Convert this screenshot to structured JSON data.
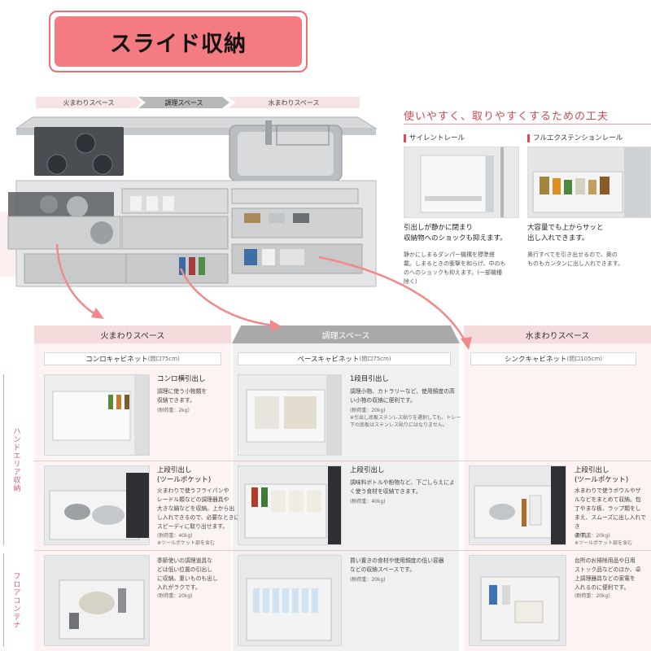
{
  "title": "スライド収納",
  "zones_strip": [
    "火まわりスペース",
    "調理スペース",
    "水まわりスペース"
  ],
  "intro": {
    "heading": "使いやすく、取りやすくするための工夫",
    "features": [
      {
        "label": "サイレントレール",
        "lead": [
          "引出しが静かに閉まり",
          "収納物へのショックも抑えます。"
        ],
        "detail": [
          "静かにしまるダンパー機構を標準搭",
          "載。しまるときの衝撃を和らげ、中のも",
          "のへのショックも抑えます。(一部機種",
          "除く)"
        ]
      },
      {
        "label": "フルエクステンションレール",
        "lead": [
          "大容量でも上からサッと",
          "出し入れできます。"
        ],
        "detail": [
          "奥行すべてを引き出せるので、奥の",
          "ものもカンタンに出し入れできます。"
        ]
      }
    ]
  },
  "side_labels": [
    "ハンドエリア収納",
    "フロアコンテナ"
  ],
  "columns": [
    {
      "zone": "火まわりスペース",
      "cabinet": "コンロキャビネット",
      "cabinet_width": "(間口75cm)",
      "items": [
        {
          "title": [
            "コンロ横引出し"
          ],
          "desc": [
            "調理に使う小物類を",
            "収納できます。"
          ],
          "note": [
            "(耐荷重：2kg)"
          ]
        },
        {
          "title": [
            "上段引出し",
            "(ツールポケット)"
          ],
          "desc": [
            "火まわりで使うフライパンや",
            "レードル類などの調理器具や",
            "大きな鍋などを収納。上から出",
            "し入れできるので、必要なときに",
            "スピーディに取り出せます。"
          ],
          "note": [
            "(耐荷重：40kg)",
            "※ツールポケット部を含む"
          ]
        },
        {
          "title": [],
          "desc": [
            "季節使いの調理道具な",
            "どは低い位置の引出し",
            "に収納。重いものも出し",
            "入れがラクです。"
          ],
          "note": [
            "(耐荷重：20kg)"
          ]
        }
      ]
    },
    {
      "zone": "調理スペース",
      "cabinet": "ベースキャビネット",
      "cabinet_width": "(間口75cm)",
      "items": [
        {
          "title": [
            "1段目引出し"
          ],
          "desc": [
            "調理小物、カトラリーなど、使用頻度の高",
            "い小物の収納に便利です。"
          ],
          "note": [
            "(耐荷重：20kg)",
            "※引出し底板ステンレス貼りを選択しても、トレー",
            "下の底板はステンレス貼りにはなりません。"
          ]
        },
        {
          "title": [
            "上段引出し"
          ],
          "desc": [
            "調味料ボトルや粉物など、下ごしらえによ",
            "く使う食材を収納できます。"
          ],
          "note": [
            "(耐荷重：40kg)"
          ]
        },
        {
          "title": [],
          "desc": [
            "買い置きの食材や使用頻度の低い容器",
            "などの収納スペースです。"
          ],
          "note": [
            "(耐荷重：20kg)"
          ]
        }
      ]
    },
    {
      "zone": "水まわりスペース",
      "cabinet": "シンクキャビネット",
      "cabinet_width": "(間口105cm)",
      "items": [
        {
          "title": [
            "上段引出し",
            "(ツールポケット)"
          ],
          "desc": [
            "水まわりで使うボウルやザ",
            "ルなどをまとめて収納。包",
            "丁やまな板、ラップ類をし",
            "まえ、スムーズに出し入れでき",
            "ます。"
          ],
          "note": [
            "(耐荷重：20kg)",
            "※ツールポケット部を含む"
          ]
        },
        {
          "title": [],
          "desc": [
            "台所のお掃除用品や日用",
            "ストック品などのほか、卓",
            "上調理器具などの家電を",
            "入れるのに便利です。"
          ],
          "note": [
            "(耐荷重：20kg)"
          ]
        }
      ]
    }
  ],
  "colors": {
    "accent": "#f47b82",
    "accent_border": "#f06c78",
    "arrow": "#f08a8a",
    "heading_red": "#c84a55"
  }
}
